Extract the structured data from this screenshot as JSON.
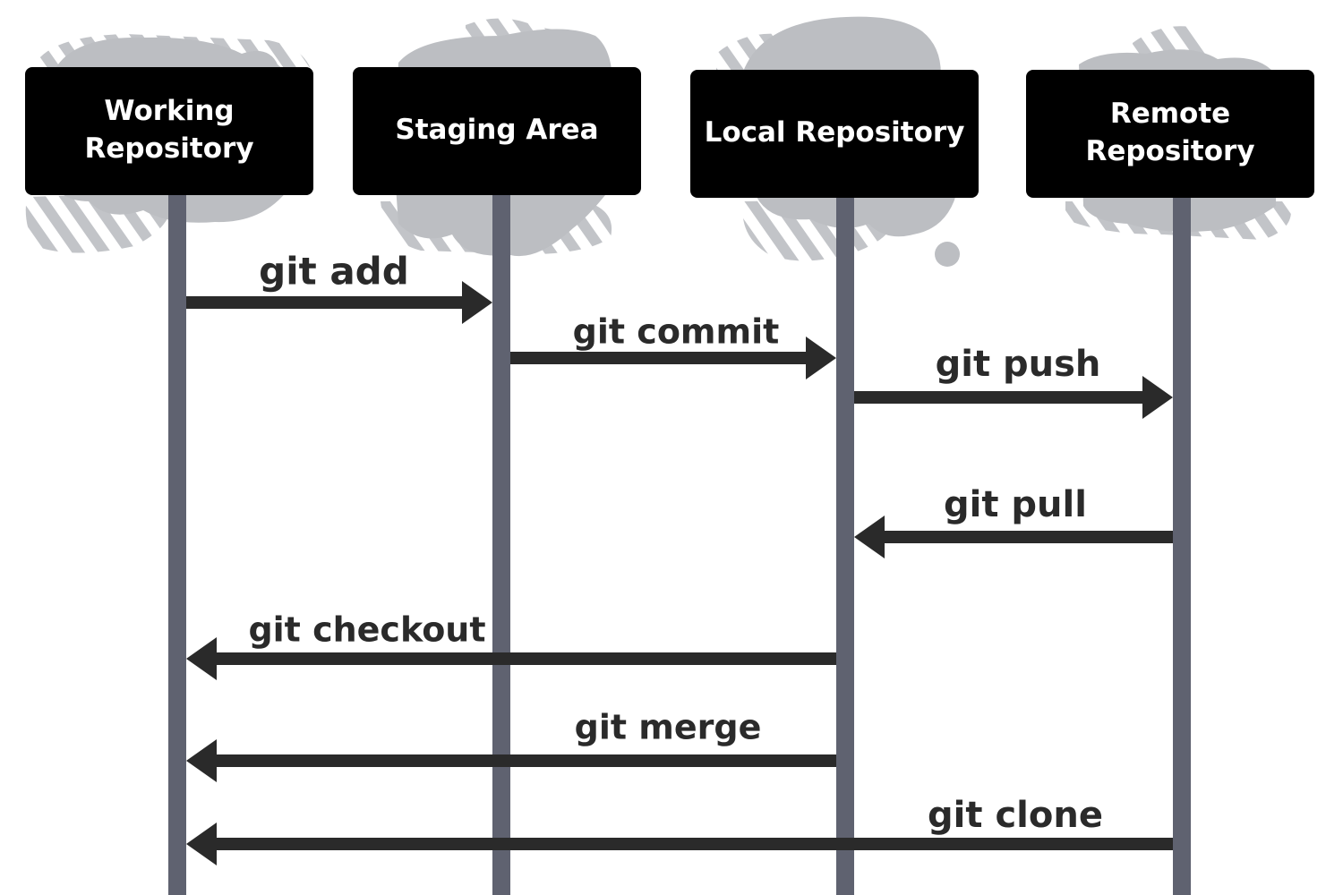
{
  "lanes": [
    {
      "id": "working",
      "lines": [
        "Working",
        "Repository"
      ]
    },
    {
      "id": "staging",
      "lines": [
        "Staging Area"
      ]
    },
    {
      "id": "local",
      "lines": [
        "Local Repository"
      ]
    },
    {
      "id": "remote",
      "lines": [
        "Remote",
        "Repository"
      ]
    }
  ],
  "commands": [
    {
      "id": "git-add",
      "label": "git add",
      "from": "working",
      "to": "staging"
    },
    {
      "id": "git-commit",
      "label": "git commit",
      "from": "staging",
      "to": "local"
    },
    {
      "id": "git-push",
      "label": "git push",
      "from": "local",
      "to": "remote"
    },
    {
      "id": "git-pull",
      "label": "git pull",
      "from": "remote",
      "to": "local"
    },
    {
      "id": "git-checkout",
      "label": "git checkout",
      "from": "local",
      "to": "working"
    },
    {
      "id": "git-merge",
      "label": "git merge",
      "from": "local",
      "to": "working"
    },
    {
      "id": "git-clone",
      "label": "git clone",
      "from": "remote",
      "to": "working"
    }
  ],
  "colors": {
    "lifeline": "#5f6270",
    "header": "#000000",
    "header_text": "#ffffff",
    "arrow": "#2a2a2a",
    "blob": "#bcbec2",
    "hatch": "#c2c4c8"
  }
}
